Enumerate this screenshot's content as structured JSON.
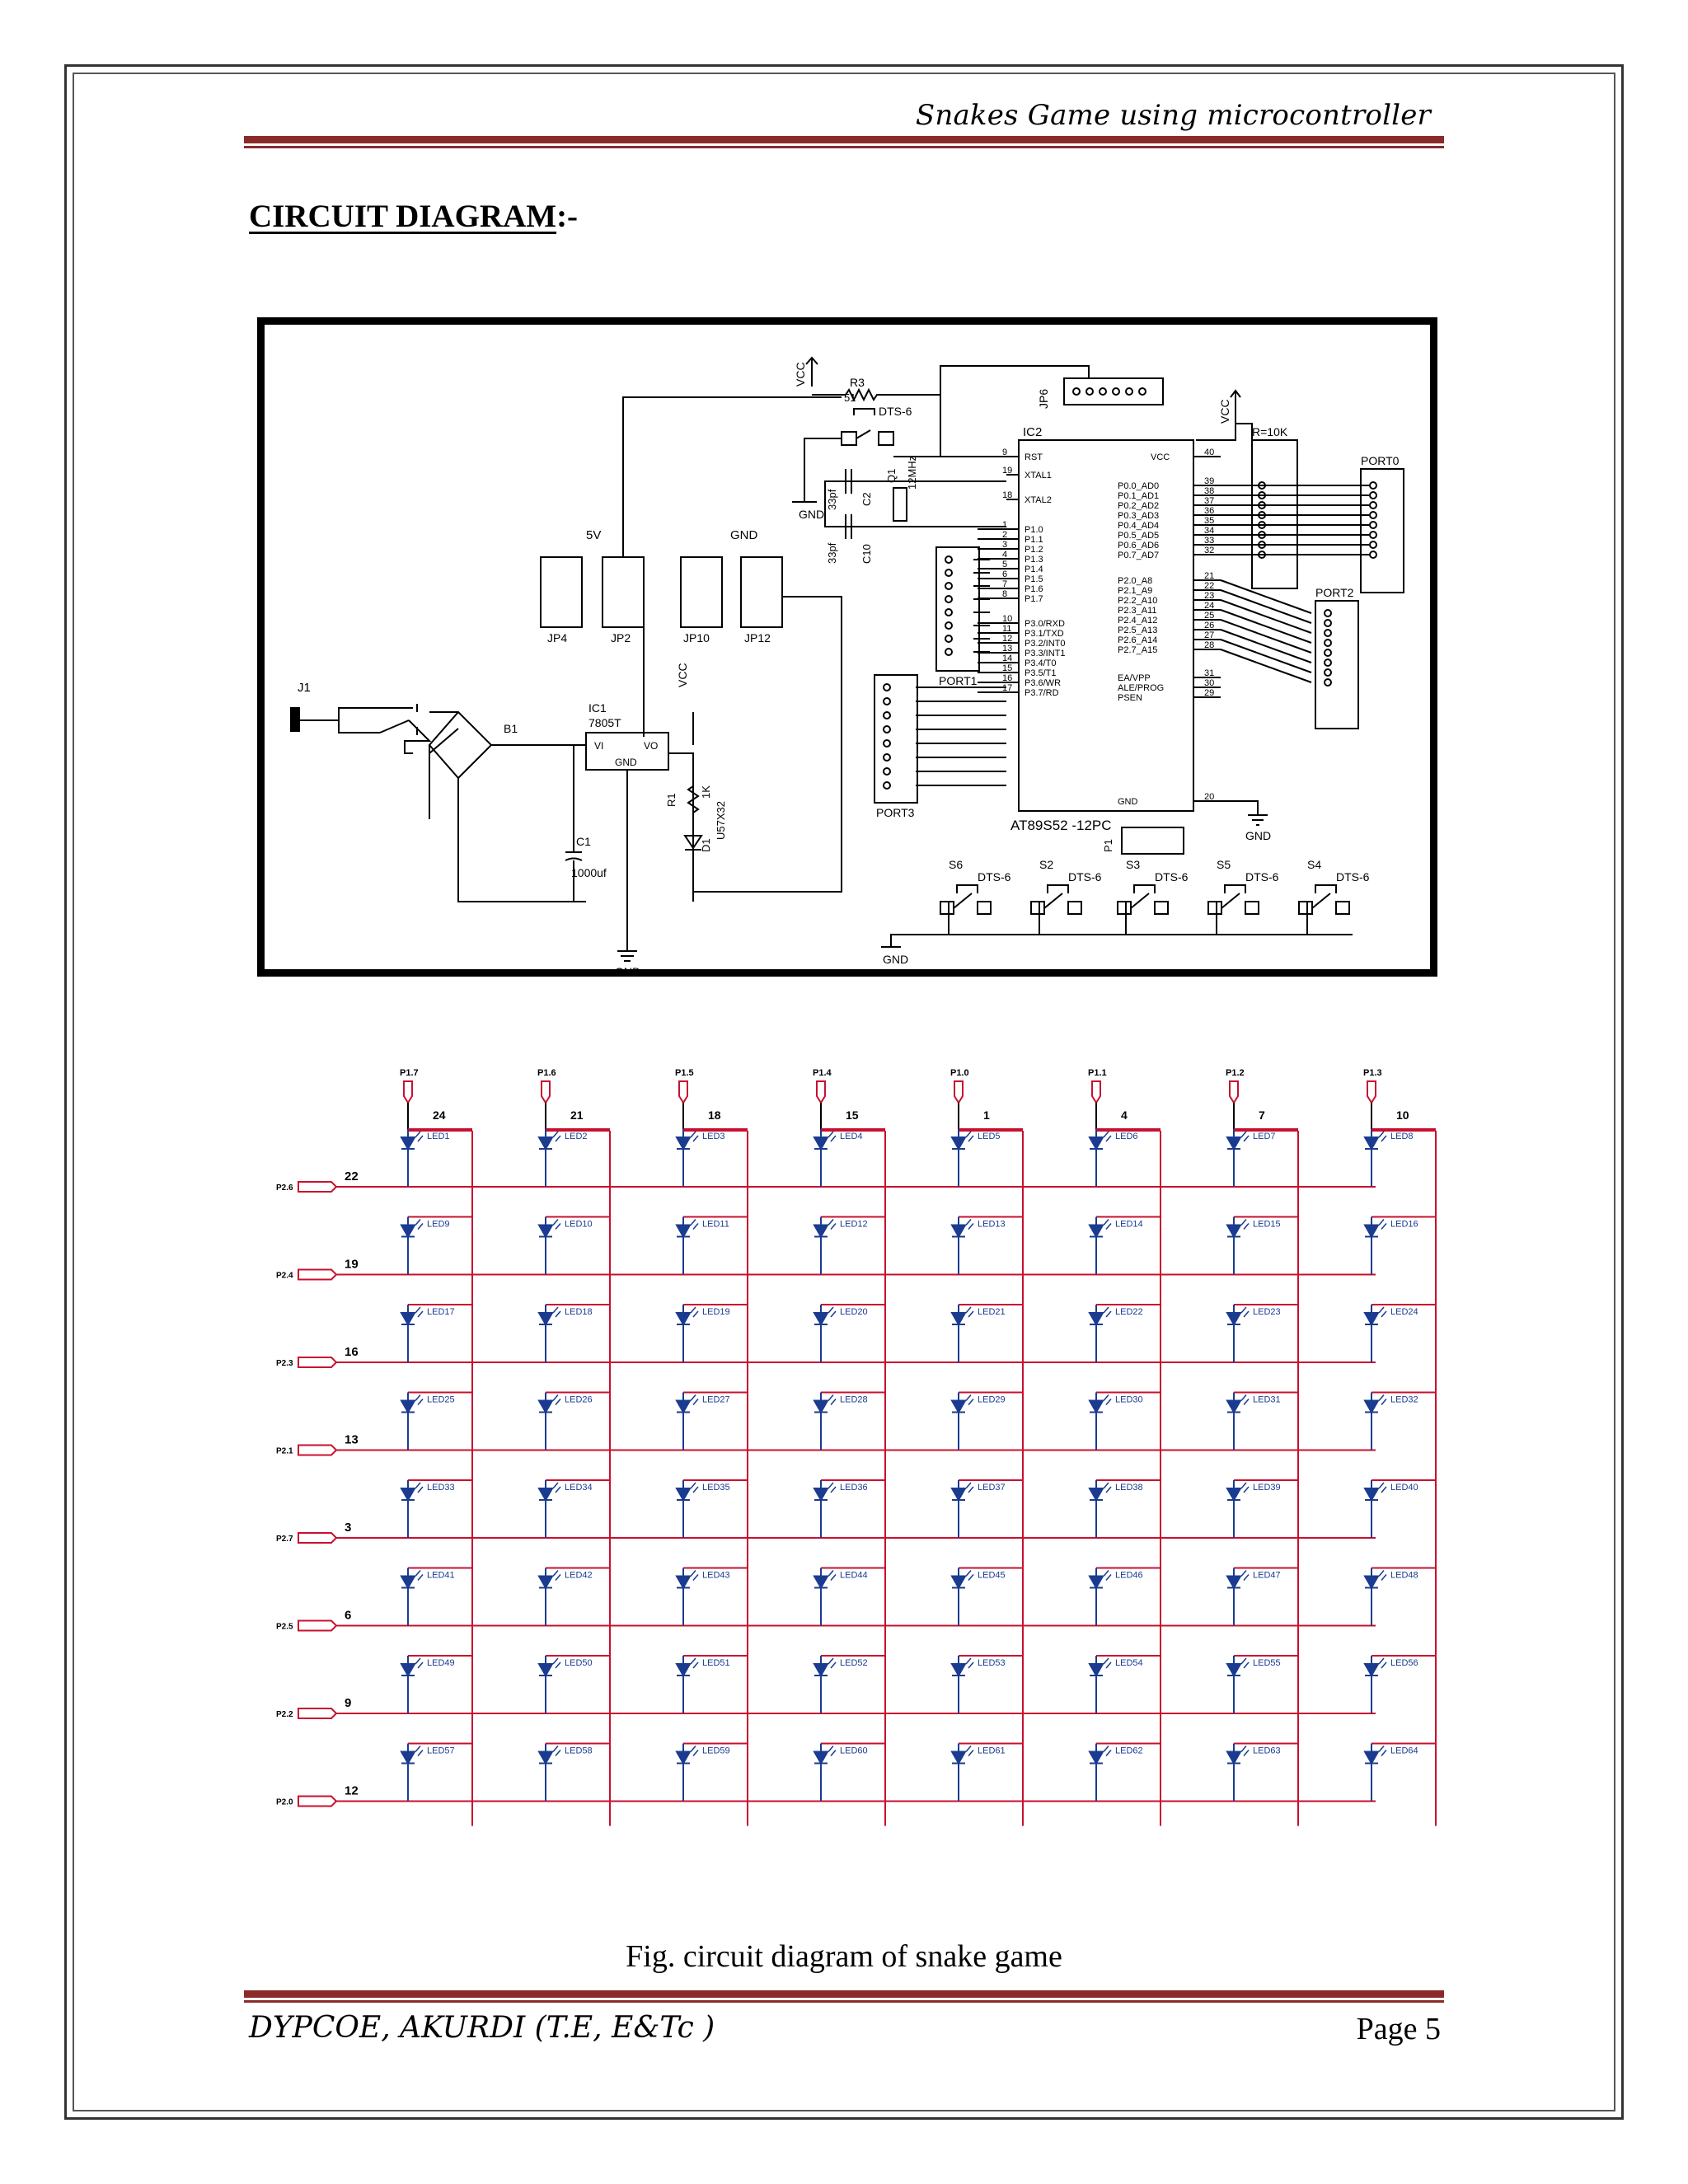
{
  "header": {
    "title": "Snakes Game using microcontroller"
  },
  "section": {
    "heading": "CIRCUIT DIAGRAM",
    "heading_suffix": ":-"
  },
  "schematic": {
    "mcu_ref": "IC2",
    "mcu_part": "AT89S52 -12PC",
    "mcu_left_pins": [
      {
        "num": "9",
        "name": "RST"
      },
      {
        "num": "19",
        "name": "XTAL1"
      },
      {
        "num": "18",
        "name": "XTAL2"
      },
      {
        "num": "1",
        "name": "P1.0"
      },
      {
        "num": "2",
        "name": "P1.1"
      },
      {
        "num": "3",
        "name": "P1.2"
      },
      {
        "num": "4",
        "name": "P1.3"
      },
      {
        "num": "5",
        "name": "P1.4"
      },
      {
        "num": "6",
        "name": "P1.5"
      },
      {
        "num": "7",
        "name": "P1.6"
      },
      {
        "num": "8",
        "name": "P1.7"
      },
      {
        "num": "10",
        "name": "P3.0/RXD"
      },
      {
        "num": "11",
        "name": "P3.1/TXD"
      },
      {
        "num": "12",
        "name": "P3.2/INT0"
      },
      {
        "num": "13",
        "name": "P3.3/INT1"
      },
      {
        "num": "14",
        "name": "P3.4/T0"
      },
      {
        "num": "15",
        "name": "P3.5/T1"
      },
      {
        "num": "16",
        "name": "P3.6/WR"
      },
      {
        "num": "17",
        "name": "P3.7/RD"
      }
    ],
    "mcu_right_pins": [
      {
        "num": "40",
        "name": "VCC"
      },
      {
        "num": "39",
        "name": "P0.0_AD0"
      },
      {
        "num": "38",
        "name": "P0.1_AD1"
      },
      {
        "num": "37",
        "name": "P0.2_AD2"
      },
      {
        "num": "36",
        "name": "P0.3_AD3"
      },
      {
        "num": "35",
        "name": "P0.4_AD4"
      },
      {
        "num": "34",
        "name": "P0.5_AD5"
      },
      {
        "num": "33",
        "name": "P0.6_AD6"
      },
      {
        "num": "32",
        "name": "P0.7_AD7"
      },
      {
        "num": "21",
        "name": "P2.0_A8"
      },
      {
        "num": "22",
        "name": "P2.1_A9"
      },
      {
        "num": "23",
        "name": "P2.2_A10"
      },
      {
        "num": "24",
        "name": "P2.3_A11"
      },
      {
        "num": "25",
        "name": "P2.4_A12"
      },
      {
        "num": "26",
        "name": "P2.5_A13"
      },
      {
        "num": "27",
        "name": "P2.6_A14"
      },
      {
        "num": "28",
        "name": "P2.7_A15"
      },
      {
        "num": "31",
        "name": "EA/VPP"
      },
      {
        "num": "30",
        "name": "ALE/PROG"
      },
      {
        "num": "29",
        "name": "PSEN"
      },
      {
        "num": "20",
        "name": "GND"
      }
    ],
    "labels": {
      "vcc": "VCC",
      "gnd": "GND",
      "r3": "R3",
      "r3_val": "51",
      "dts6": "DTS-6",
      "jp6": "JP6",
      "rnet": "R=10K",
      "port0": "PORT0",
      "port2": "PORT2",
      "port1": "PORT1",
      "port3": "PORT3",
      "c2": "C2",
      "c10": "C10",
      "cap_val": "33pf",
      "q1": "Q1",
      "xtal": "12MHz",
      "v5": "5V",
      "jp4": "JP4",
      "jp2": "JP2",
      "jp10": "JP10",
      "jp12": "JP12",
      "j1": "J1",
      "b1": "B1",
      "ic1": "IC1",
      "reg": "7805T",
      "vi": "VI",
      "vo": "VO",
      "r1": "R1",
      "r1_val": "1K",
      "d1": "D1",
      "d1_val": "U57X32",
      "c1": "C1",
      "c1_val": "1000uf",
      "p1": "P1",
      "s6": "S6",
      "s2": "S2",
      "s3": "S3",
      "s5": "S5",
      "s4": "S4"
    }
  },
  "matrix": {
    "columns": [
      {
        "port": "P1.7",
        "pin": "24"
      },
      {
        "port": "P1.6",
        "pin": "21"
      },
      {
        "port": "P1.5",
        "pin": "18"
      },
      {
        "port": "P1.4",
        "pin": "15"
      },
      {
        "port": "P1.0",
        "pin": "1"
      },
      {
        "port": "P1.1",
        "pin": "4"
      },
      {
        "port": "P1.2",
        "pin": "7"
      },
      {
        "port": "P1.3",
        "pin": "10"
      }
    ],
    "rows": [
      {
        "port": "P2.6",
        "pin": "22"
      },
      {
        "port": "P2.4",
        "pin": "19"
      },
      {
        "port": "P2.3",
        "pin": "16"
      },
      {
        "port": "P2.1",
        "pin": "13"
      },
      {
        "port": "P2.7",
        "pin": "3"
      },
      {
        "port": "P2.5",
        "pin": "6"
      },
      {
        "port": "P2.2",
        "pin": "9"
      },
      {
        "port": "P2.0",
        "pin": "12"
      }
    ],
    "led_prefix": "LED"
  },
  "caption": "Fig. circuit diagram of snake game",
  "footer": {
    "left": "DYPCOE, AKURDI (T.E, E&Tc )",
    "right": "Page 5"
  }
}
